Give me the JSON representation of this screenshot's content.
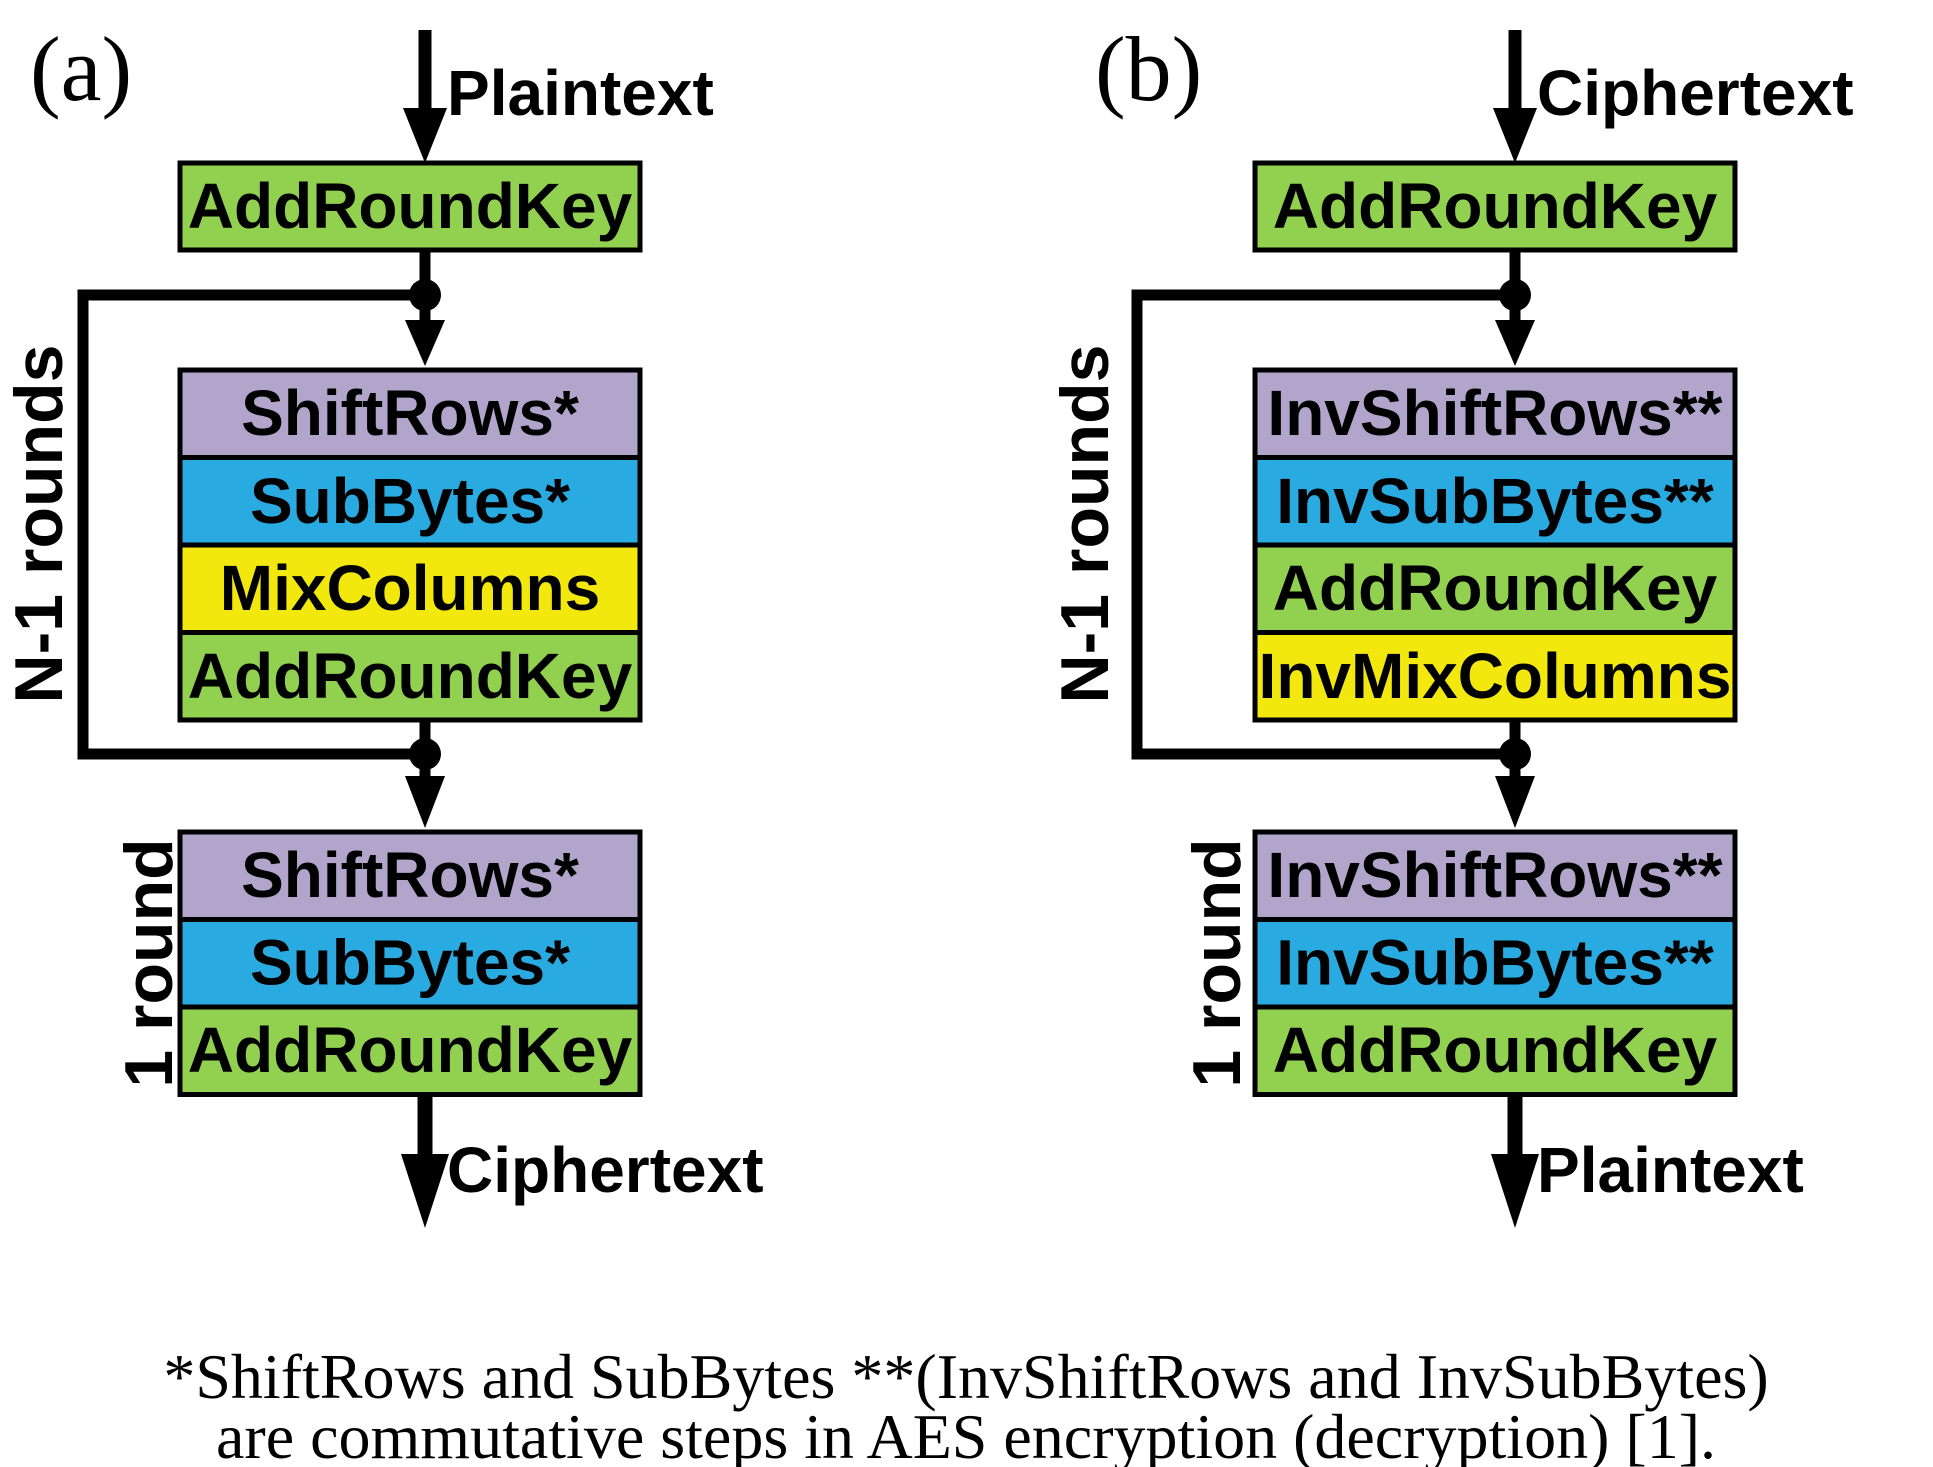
{
  "colors": {
    "green": "#92d050",
    "purple": "#b2a5cb",
    "blue": "#29abe2",
    "yellow": "#f3e80e",
    "line": "#000000",
    "background": "#ffffff"
  },
  "panels": [
    {
      "figure_label": "(a)",
      "input_label": "Plaintext",
      "output_label": "Ciphertext",
      "initial_box": {
        "label": "AddRoundKey",
        "color": "green"
      },
      "loop_label": "N-1 rounds",
      "loop_boxes": [
        {
          "label": "ShiftRows*",
          "color": "purple"
        },
        {
          "label": "SubBytes*",
          "color": "blue"
        },
        {
          "label": "MixColumns",
          "color": "yellow"
        },
        {
          "label": "AddRoundKey",
          "color": "green"
        }
      ],
      "final_label": "1 round",
      "final_boxes": [
        {
          "label": "ShiftRows*",
          "color": "purple"
        },
        {
          "label": "SubBytes*",
          "color": "blue"
        },
        {
          "label": "AddRoundKey",
          "color": "green"
        }
      ]
    },
    {
      "figure_label": "(b)",
      "input_label": "Ciphertext",
      "output_label": "Plaintext",
      "initial_box": {
        "label": "AddRoundKey",
        "color": "green"
      },
      "loop_label": "N-1 rounds",
      "loop_boxes": [
        {
          "label": "InvShiftRows**",
          "color": "purple"
        },
        {
          "label": "InvSubBytes**",
          "color": "blue"
        },
        {
          "label": "AddRoundKey",
          "color": "green"
        },
        {
          "label": "InvMixColumns",
          "color": "yellow"
        }
      ],
      "final_label": "1 round",
      "final_boxes": [
        {
          "label": "InvShiftRows**",
          "color": "purple"
        },
        {
          "label": "InvSubBytes**",
          "color": "blue"
        },
        {
          "label": "AddRoundKey",
          "color": "green"
        }
      ]
    }
  ],
  "footnote": {
    "line1": "*ShiftRows and SubBytes **(InvShiftRows and InvSubBytes)",
    "line2": "are commutative steps in AES encryption (decryption) [1]."
  }
}
